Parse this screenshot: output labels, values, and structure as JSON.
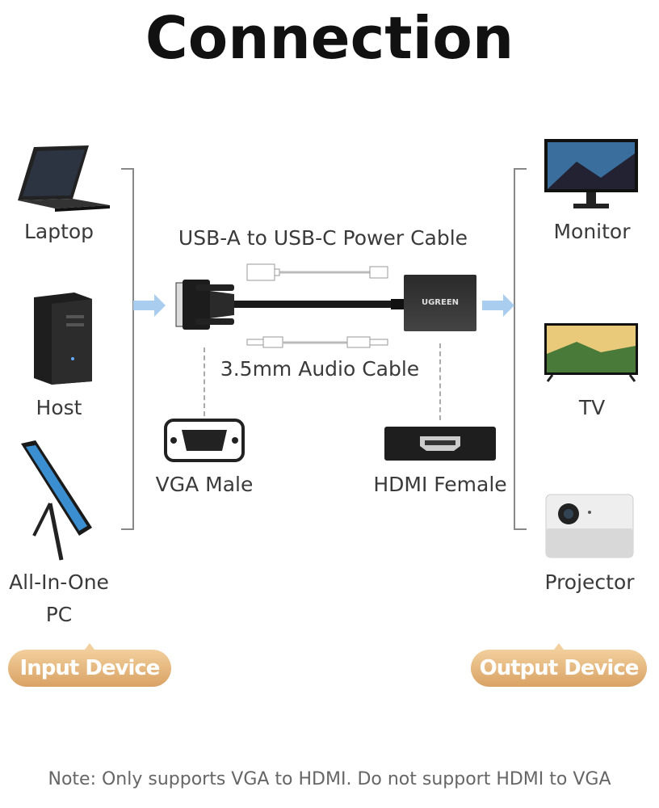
{
  "title": "Connection",
  "input_devices": [
    {
      "label": "Laptop"
    },
    {
      "label": "Host"
    },
    {
      "label": "All-In-One",
      "label2": "PC"
    }
  ],
  "output_devices": [
    {
      "label": "Monitor"
    },
    {
      "label": "TV"
    },
    {
      "label": "Projector"
    }
  ],
  "center": {
    "power_cable": "USB-A to USB-C Power Cable",
    "audio_cable": "3.5mm Audio Cable",
    "brand": "UGREEN",
    "vga_label": "VGA Male",
    "hdmi_label": "HDMI Female"
  },
  "badges": {
    "input": "Input Device",
    "output": "Output Device"
  },
  "note": "Note: Only supports VGA to HDMI. Do not support HDMI to VGA",
  "colors": {
    "badge": "#e0b075",
    "arrow": "#a9cdee"
  }
}
